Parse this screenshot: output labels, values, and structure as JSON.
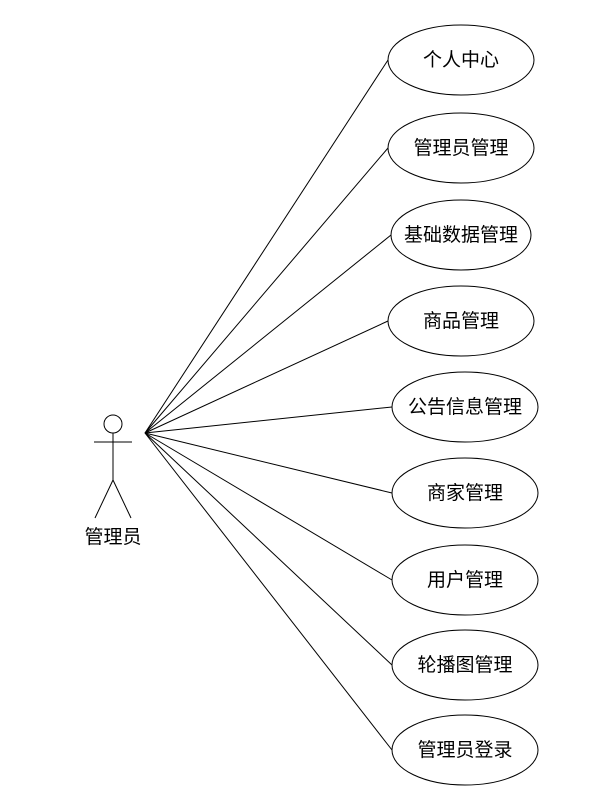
{
  "actor": {
    "label": "管理员"
  },
  "use_cases": [
    {
      "id": "personal-center",
      "label": "个人中心"
    },
    {
      "id": "admin-management",
      "label": "管理员管理"
    },
    {
      "id": "basic-data-management",
      "label": "基础数据管理"
    },
    {
      "id": "product-management",
      "label": "商品管理"
    },
    {
      "id": "announcement-management",
      "label": "公告信息管理"
    },
    {
      "id": "merchant-management",
      "label": "商家管理"
    },
    {
      "id": "user-management",
      "label": "用户管理"
    },
    {
      "id": "carousel-management",
      "label": "轮播图管理"
    },
    {
      "id": "admin-login",
      "label": "管理员登录"
    }
  ]
}
